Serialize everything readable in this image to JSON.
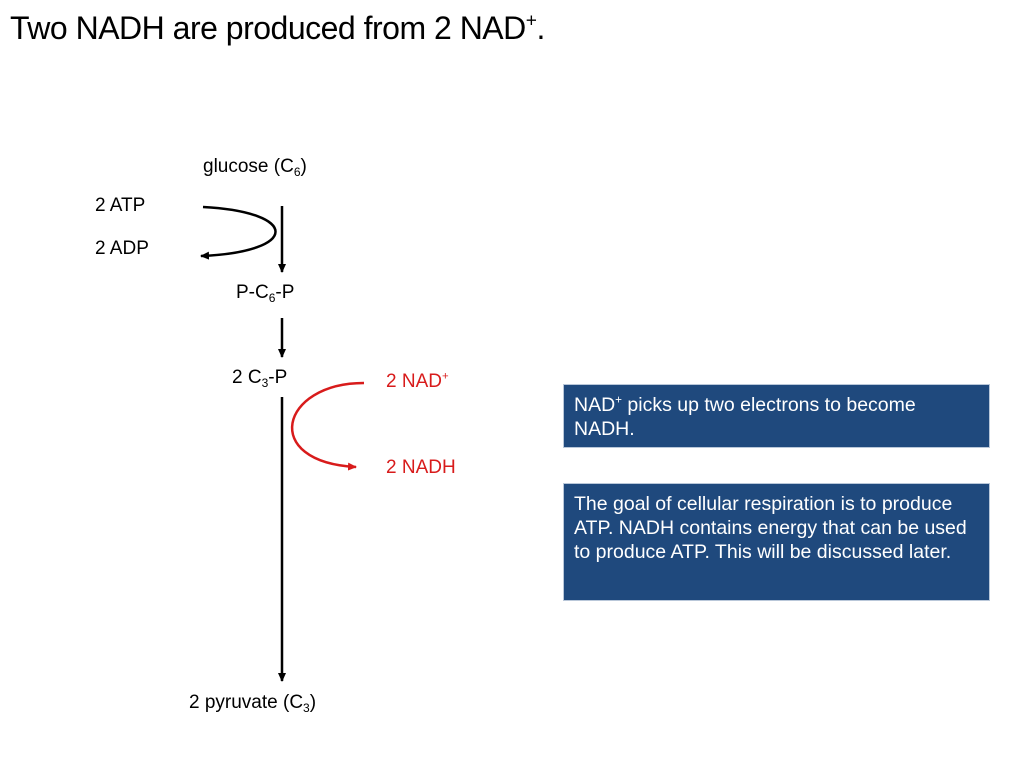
{
  "title": {
    "main": "Two NADH are produced from 2 NAD",
    "sup": "+",
    "end": "."
  },
  "diagram": {
    "glucose": {
      "text": "glucose (C",
      "sub": "6",
      "end": ")"
    },
    "atp_in": "2 ATP",
    "adp_out": "2 ADP",
    "pc6p": {
      "pre": "P-C",
      "sub": "6",
      "post": "-P"
    },
    "c3p": {
      "pre": "2 C",
      "sub": "3",
      "post": "-P"
    },
    "nad_plus": {
      "text": "2 NAD",
      "sup": "+"
    },
    "nadh": "2 NADH",
    "pyruvate": {
      "text": "2 pyruvate (C",
      "sub": "3",
      "end": ")"
    },
    "colors": {
      "arrow": "#000000",
      "nad_arrow": "#d81b1b",
      "box_fill": "#1f497d"
    }
  },
  "boxes": {
    "box1": {
      "pre": "NAD",
      "sup": "+",
      "post": " picks up two electrons to become NADH."
    },
    "box2": "The goal of cellular respiration is to produce ATP. NADH contains energy that can be used to produce ATP. This will be discussed later."
  }
}
